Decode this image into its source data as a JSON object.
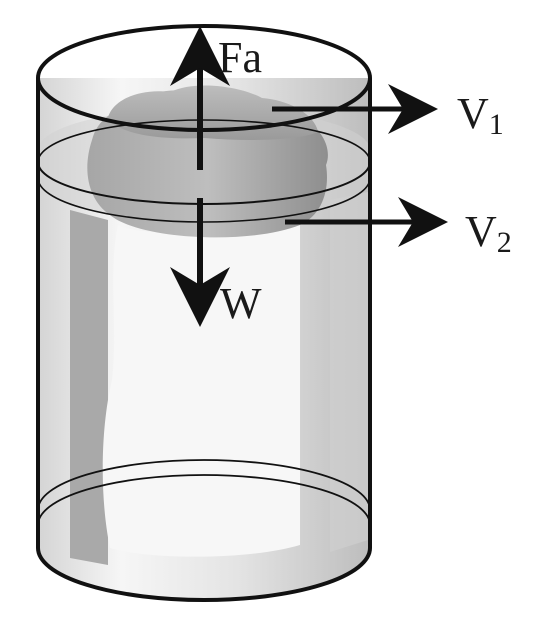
{
  "labels": {
    "buoyancy": "Fa",
    "weight": "W",
    "v1_main": "V",
    "v1_sub": "1",
    "v2_main": "V",
    "v2_sub": "2"
  },
  "colors": {
    "outline": "#111111",
    "ice_dark": "#9b9b9b",
    "ice_mid": "#bdbdbd",
    "water_band": "#c8c8c8",
    "glass_fill": "#e9e9e9"
  }
}
